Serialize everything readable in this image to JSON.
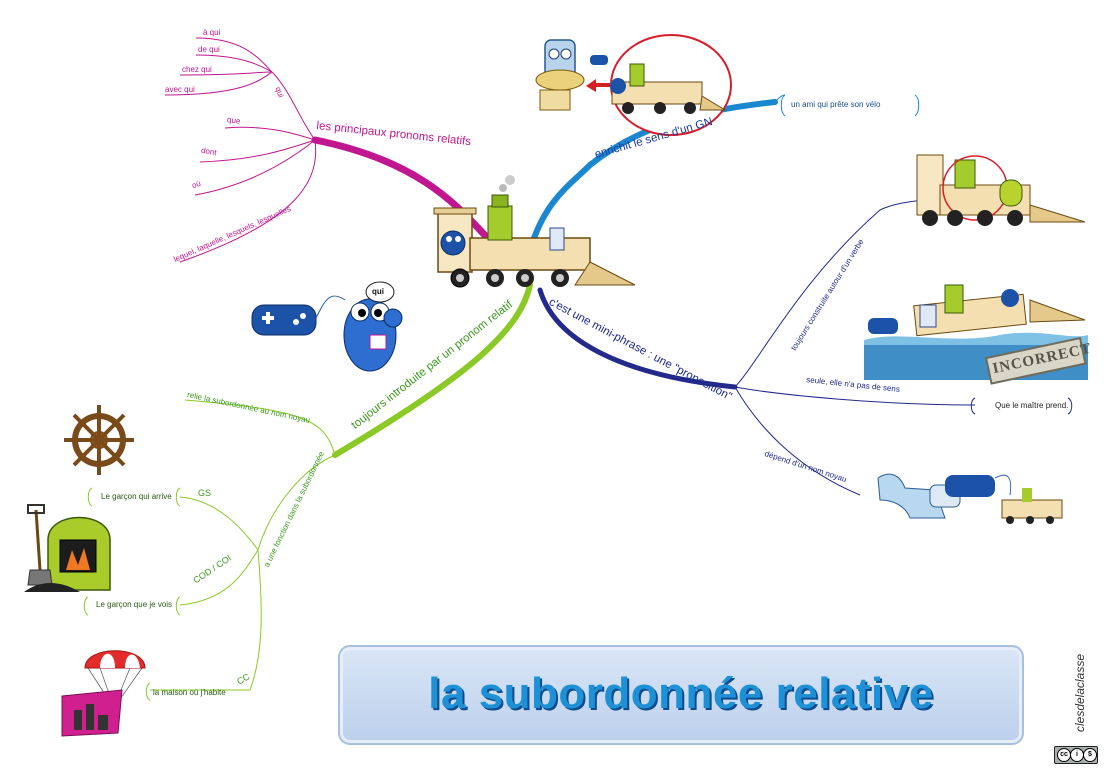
{
  "title": "la subordonnée relative",
  "watermark": "clesdelaclasse",
  "branches": {
    "pronouns": {
      "label": "les principaux pronoms relatifs",
      "qui": "qui",
      "qui_items": [
        "à qui",
        "de qui",
        "chez qui",
        "avec qui"
      ],
      "items": [
        "que",
        "dont",
        "où",
        "lequel, laquelle, lesquels, lesquelles"
      ]
    },
    "gn": {
      "label": "enrichit le sens d'un GN",
      "example": "un ami qui prête son vélo"
    },
    "proposition": {
      "label": "c'est une mini-phrase : une \"proposition\"",
      "sub1": "toujours construite autour d'un verbe",
      "sub2": "seule, elle n'a pas de sens",
      "sub2_example": "Que le maître prend.",
      "sub3": "dépend d'un nom noyau",
      "incorrect": "INCORRECT"
    },
    "introduced": {
      "label": "toujours introduite par un pronom relatif",
      "bubble": "qui",
      "links": "relie la subordonnée au nom noyau",
      "function": {
        "label": "a une fonction dans la subordonnée",
        "items": [
          {
            "label": "GS",
            "example": "Le garçon qui arrive"
          },
          {
            "label": "COD / COI",
            "example": "Le garçon que je vois"
          },
          {
            "label": "CC",
            "example": "la maison où j'habite"
          }
        ]
      }
    }
  },
  "colors": {
    "pink": "#c0168f",
    "blue": "#1a87d0",
    "navy": "#232a8c",
    "green": "#8ac926",
    "title": "#1e90d6"
  },
  "icons": [
    "train-icon",
    "robot-icon",
    "game-controller-icon",
    "ship-wheel-icon",
    "oven-shovel-icon",
    "parachute-icon"
  ]
}
